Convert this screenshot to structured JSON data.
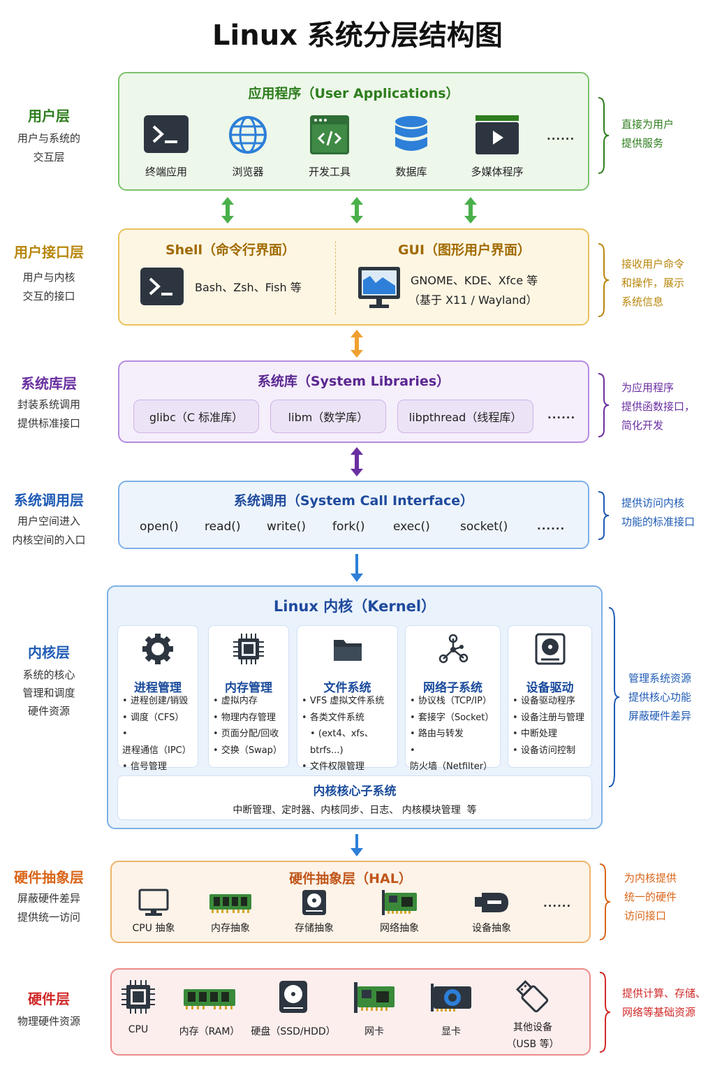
{
  "title": "Linux 系统分层结构图",
  "layers": [
    {
      "title": "用户层",
      "desc1": "用户与系统的",
      "desc2": "交互层",
      "note1": "直接为用户",
      "note2": "提供服务",
      "color": "#2e7d1e"
    },
    {
      "title": "用户接口层",
      "desc1": "用户与内核",
      "desc2": "交互的接口",
      "note1": "接收用户命令",
      "note2": "和操作，展示",
      "note3": "系统信息",
      "color": "#b8860b"
    },
    {
      "title": "系统库层",
      "desc1": "封装系统调用",
      "desc2": "提供标准接口",
      "note1": "为应用程序",
      "note2": "提供函数接口，",
      "note3": "简化开发",
      "color": "#6a2fa0"
    },
    {
      "title": "系统调用层",
      "desc1": "用户空间进入",
      "desc2": "内核空间的入口",
      "note1": "提供访问内核",
      "note2": "功能的标准接口",
      "color": "#1f5bb5"
    },
    {
      "title": "内核层",
      "desc1": "系统的核心",
      "desc2": "管理和调度",
      "desc3": "硬件资源",
      "note1": "管理系统资源",
      "note2": "提供核心功能",
      "note3": "屏蔽硬件差异",
      "color": "#1f5bb5"
    },
    {
      "title": "硬件抽象层",
      "desc1": "屏蔽硬件差异",
      "desc2": "提供统一访问",
      "note1": "为内核提供",
      "note2": "统一的硬件",
      "note3": "访问接口",
      "color": "#d9661a"
    },
    {
      "title": "硬件层",
      "desc1": "物理硬件资源",
      "note1": "提供计算、存储、",
      "note2": "网络等基础资源",
      "color": "#d12a2a"
    }
  ],
  "apps": {
    "title": "应用程序（User Applications）",
    "items": [
      "终端应用",
      "浏览器",
      "开发工具",
      "数据库",
      "多媒体程序"
    ],
    "more": "......"
  },
  "ui": {
    "shell_title": "Shell（命令行界面）",
    "shell_desc": "Bash、Zsh、Fish 等",
    "gui_title": "GUI（图形用户界面）",
    "gui_desc1": "GNOME、KDE、Xfce 等",
    "gui_desc2": "（基于 X11 / Wayland）"
  },
  "libs": {
    "title": "系统库（System Libraries）",
    "items": [
      "glibc（C 标准库）",
      "libm（数学库）",
      "libpthread（线程库）"
    ],
    "more": "......"
  },
  "syscall": {
    "title": "系统调用（System Call Interface）",
    "items": [
      "open()",
      "read()",
      "write()",
      "fork()",
      "exec()",
      "socket()"
    ],
    "more": "......"
  },
  "kernel": {
    "title": "Linux 内核（Kernel）",
    "cards": [
      {
        "title": "进程管理",
        "items": [
          "进程创建/销毁",
          "调度（CFS）",
          "进程通信（IPC）",
          "信号管理"
        ]
      },
      {
        "title": "内存管理",
        "items": [
          "虚拟内存",
          "物理内存管理",
          "页面分配/回收",
          "交换（Swap）"
        ]
      },
      {
        "title": "文件系统",
        "items": [
          "VFS 虚拟文件系统",
          "各类文件系统",
          "(ext4、xfs、btrfs...)",
          "文件权限管理"
        ]
      },
      {
        "title": "网络子系统",
        "items": [
          "协议栈（TCP/IP）",
          "套接字（Socket）",
          "路由与转发",
          "防火墙（Netfilter）"
        ]
      },
      {
        "title": "设备驱动",
        "items": [
          "设备驱动程序",
          "设备注册与管理",
          "中断处理",
          "设备访问控制"
        ]
      }
    ],
    "core_title": "内核核心子系统",
    "core_desc": "中断管理、定时器、内核同步、日志、 内核模块管理  等"
  },
  "hal": {
    "title": "硬件抽象层（HAL）",
    "items": [
      "CPU 抽象",
      "内存抽象",
      "存储抽象",
      "网络抽象",
      "设备抽象"
    ],
    "more": "......"
  },
  "hw": {
    "items": [
      "CPU",
      "内存（RAM）",
      "硬盘（SSD/HDD）",
      "网卡",
      "显卡",
      "其他设备",
      "（USB 等）"
    ]
  }
}
